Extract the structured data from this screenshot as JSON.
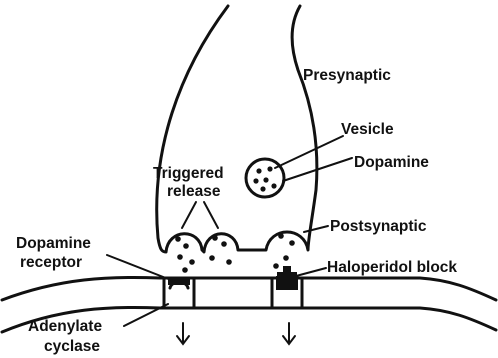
{
  "labels": {
    "presynaptic": "Presynaptic",
    "vesicle": "Vesicle",
    "dopamine": "Dopamine",
    "triggered_release_line1": "Triggered",
    "triggered_release_line2": "release",
    "postsynaptic": "Postsynaptic",
    "dopamine_receptor_line1": "Dopamine",
    "dopamine_receptor_line2": "receptor",
    "haloperidol_block": "Haloperidol block",
    "adenylate_cyclase_line1": "Adenylate",
    "adenylate_cyclase_line2": "cyclase"
  },
  "colors": {
    "ink": "#111111",
    "background": "#ffffff"
  }
}
